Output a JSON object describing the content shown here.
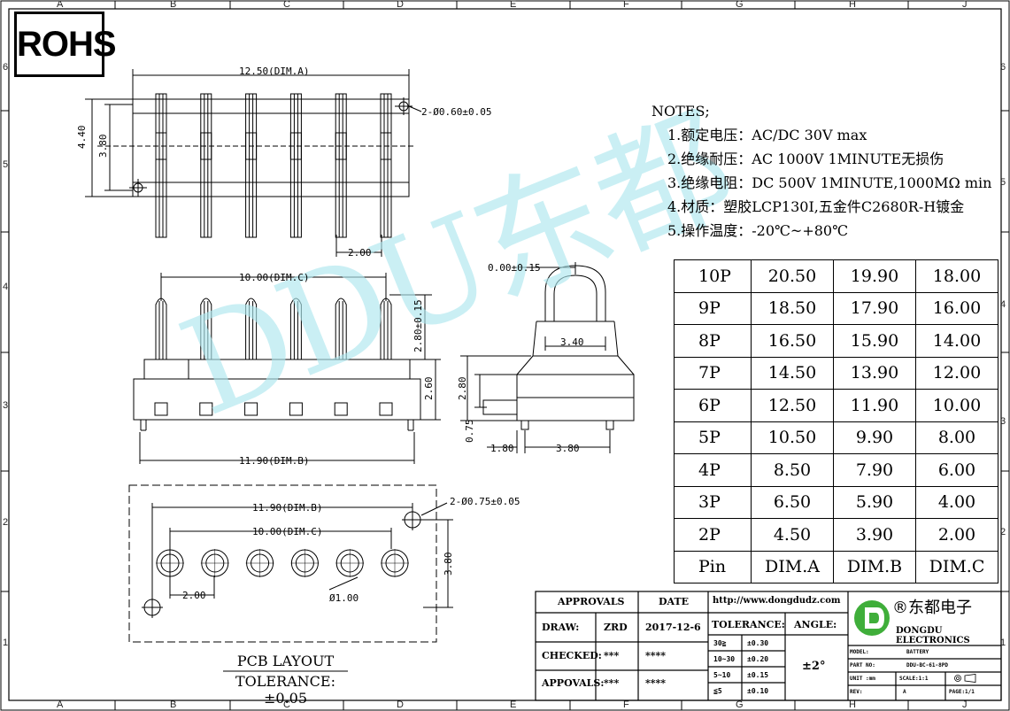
{
  "frame": {
    "columns": [
      "A",
      "B",
      "C",
      "D",
      "E",
      "F",
      "G",
      "H",
      "J"
    ],
    "rows": [
      "6",
      "5",
      "4",
      "3",
      "2",
      "1"
    ]
  },
  "rohs_label": "ROHS",
  "dims": {
    "dim_a": "12.50(DIM.A)",
    "hole_top": "2-Ø0.60±0.05",
    "h_440": "4.40",
    "h_380": "3.80",
    "pitch_200": "2.00",
    "dim_c": "10.00(DIM.C)",
    "h_280": "2.80±0.15",
    "h_260": "2.60",
    "dim_b": "11.90(DIM.B)",
    "side_000": "0.00±0.15",
    "side_340": "3.40",
    "side_280": "2.80",
    "side_075": "0.75",
    "side_180": "1.80",
    "side_380": "3.80",
    "pcb_dim_b": "11.90(DIM.B)",
    "pcb_hole": "2-Ø0.75±0.05",
    "pcb_dim_c": "10.00(DIM.C)",
    "pcb_380": "3.80",
    "pcb_200": "2.00",
    "pcb_d100": "Ø1.00"
  },
  "notes": {
    "title": "NOTES;",
    "items": [
      "1.额定电压：AC/DC 30V max",
      "2.绝缘耐压：AC 1000V 1MINUTE无损伤",
      "3.绝缘电阻：DC 500V 1MINUTE,1000MΩ min",
      "4.材质：塑胶LCP130I,五金件C2680R-H镀金",
      "5.操作温度：-20℃~+80℃"
    ]
  },
  "dim_table": {
    "rows": [
      [
        "10P",
        "20.50",
        "19.90",
        "18.00"
      ],
      [
        "9P",
        "18.50",
        "17.90",
        "16.00"
      ],
      [
        "8P",
        "16.50",
        "15.90",
        "14.00"
      ],
      [
        "7P",
        "14.50",
        "13.90",
        "12.00"
      ],
      [
        "6P",
        "12.50",
        "11.90",
        "10.00"
      ],
      [
        "5P",
        "10.50",
        "9.90",
        "8.00"
      ],
      [
        "4P",
        "8.50",
        "7.90",
        "6.00"
      ],
      [
        "3P",
        "6.50",
        "5.90",
        "4.00"
      ],
      [
        "2P",
        "4.50",
        "3.90",
        "2.00"
      ],
      [
        "Pin",
        "DIM.A",
        "DIM.B",
        "DIM.C"
      ]
    ]
  },
  "watermark": "DDU东都",
  "pcb_caption": {
    "title": "PCB LAYOUT",
    "tolerance": "TOLERANCE:±0.05"
  },
  "title_block": {
    "approvals": "APPROVALS",
    "date": "DATE",
    "url": "http://www.dongdudz.com",
    "draw_label": "DRAW:",
    "draw_name": "ZRD",
    "draw_date": "2017-12-6",
    "checked_label": "CHECKED:",
    "checked_name": "***",
    "checked_date": "****",
    "appovals_label": "APPOVALS:",
    "appovals_name": "***",
    "appovals_date": "****",
    "tolerance_label": "TOLERANCE:",
    "angle_label": "ANGLE:",
    "angle_value": "±2°",
    "tol_rows": [
      [
        "30≧",
        "±0.30"
      ],
      [
        "10~30",
        "±0.20"
      ],
      [
        "5~10",
        "±0.15"
      ],
      [
        "≦5",
        "±0.10"
      ]
    ],
    "company_cn": "®东都电子",
    "company_en": "DONGDU ELECTRONICS",
    "model_label": "MODEL:",
    "model_value": "BATTERY",
    "part_label": "PART NO:",
    "part_value": "DDU-BC-61-8PD",
    "unit_label": "UNIT :mm",
    "scale_label": "SCALE:1:1",
    "rev_label": "REV:",
    "rev_value": "A",
    "page_label": "PAGE:1/1"
  }
}
